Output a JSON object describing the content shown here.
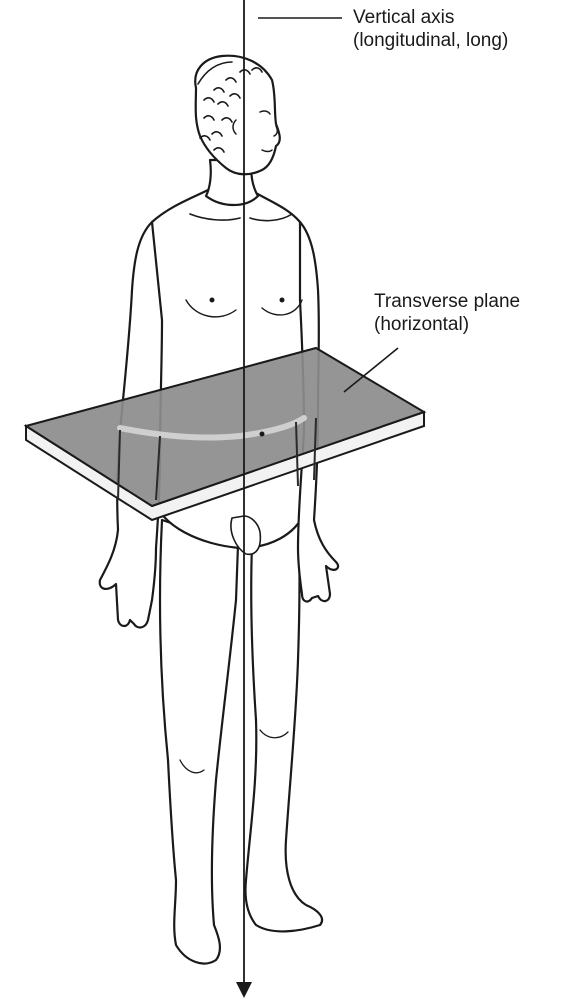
{
  "labels": {
    "vertical_axis": {
      "line1": "Vertical axis",
      "line2": "(longitudinal, long)"
    },
    "transverse_plane": {
      "line1": "Transverse plane",
      "line2": "(horizontal)"
    }
  },
  "colors": {
    "line": "#1a1a1a",
    "plane_fill": "#8c8c8c",
    "plane_edge": "#f2f2f2",
    "body_fill": "#ffffff"
  }
}
